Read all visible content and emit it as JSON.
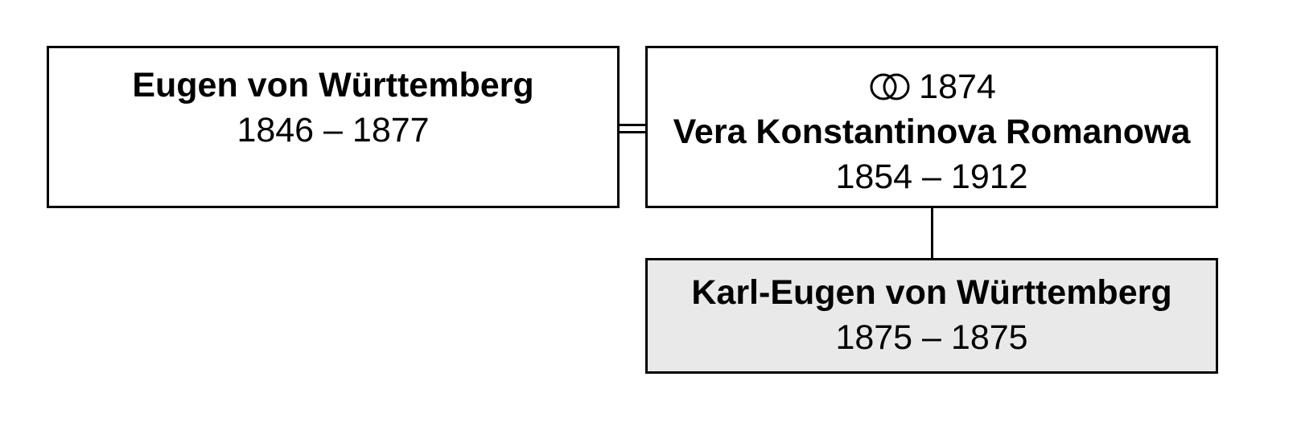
{
  "persons": {
    "father": {
      "name": "Eugen von Württemberg",
      "dates": "1846 – 1877"
    },
    "mother": {
      "marriage_year": "1874",
      "name": "Vera Konstantinova Romanowa",
      "dates": "1854 – 1912"
    },
    "child": {
      "name": "Karl-Eugen von Württemberg",
      "dates": "1875 – 1875"
    }
  },
  "icons": {
    "marriage": "wedding-rings-icon"
  },
  "colors": {
    "border": "#000000",
    "child_fill": "#e9e9e9",
    "box_fill": "#ffffff"
  }
}
